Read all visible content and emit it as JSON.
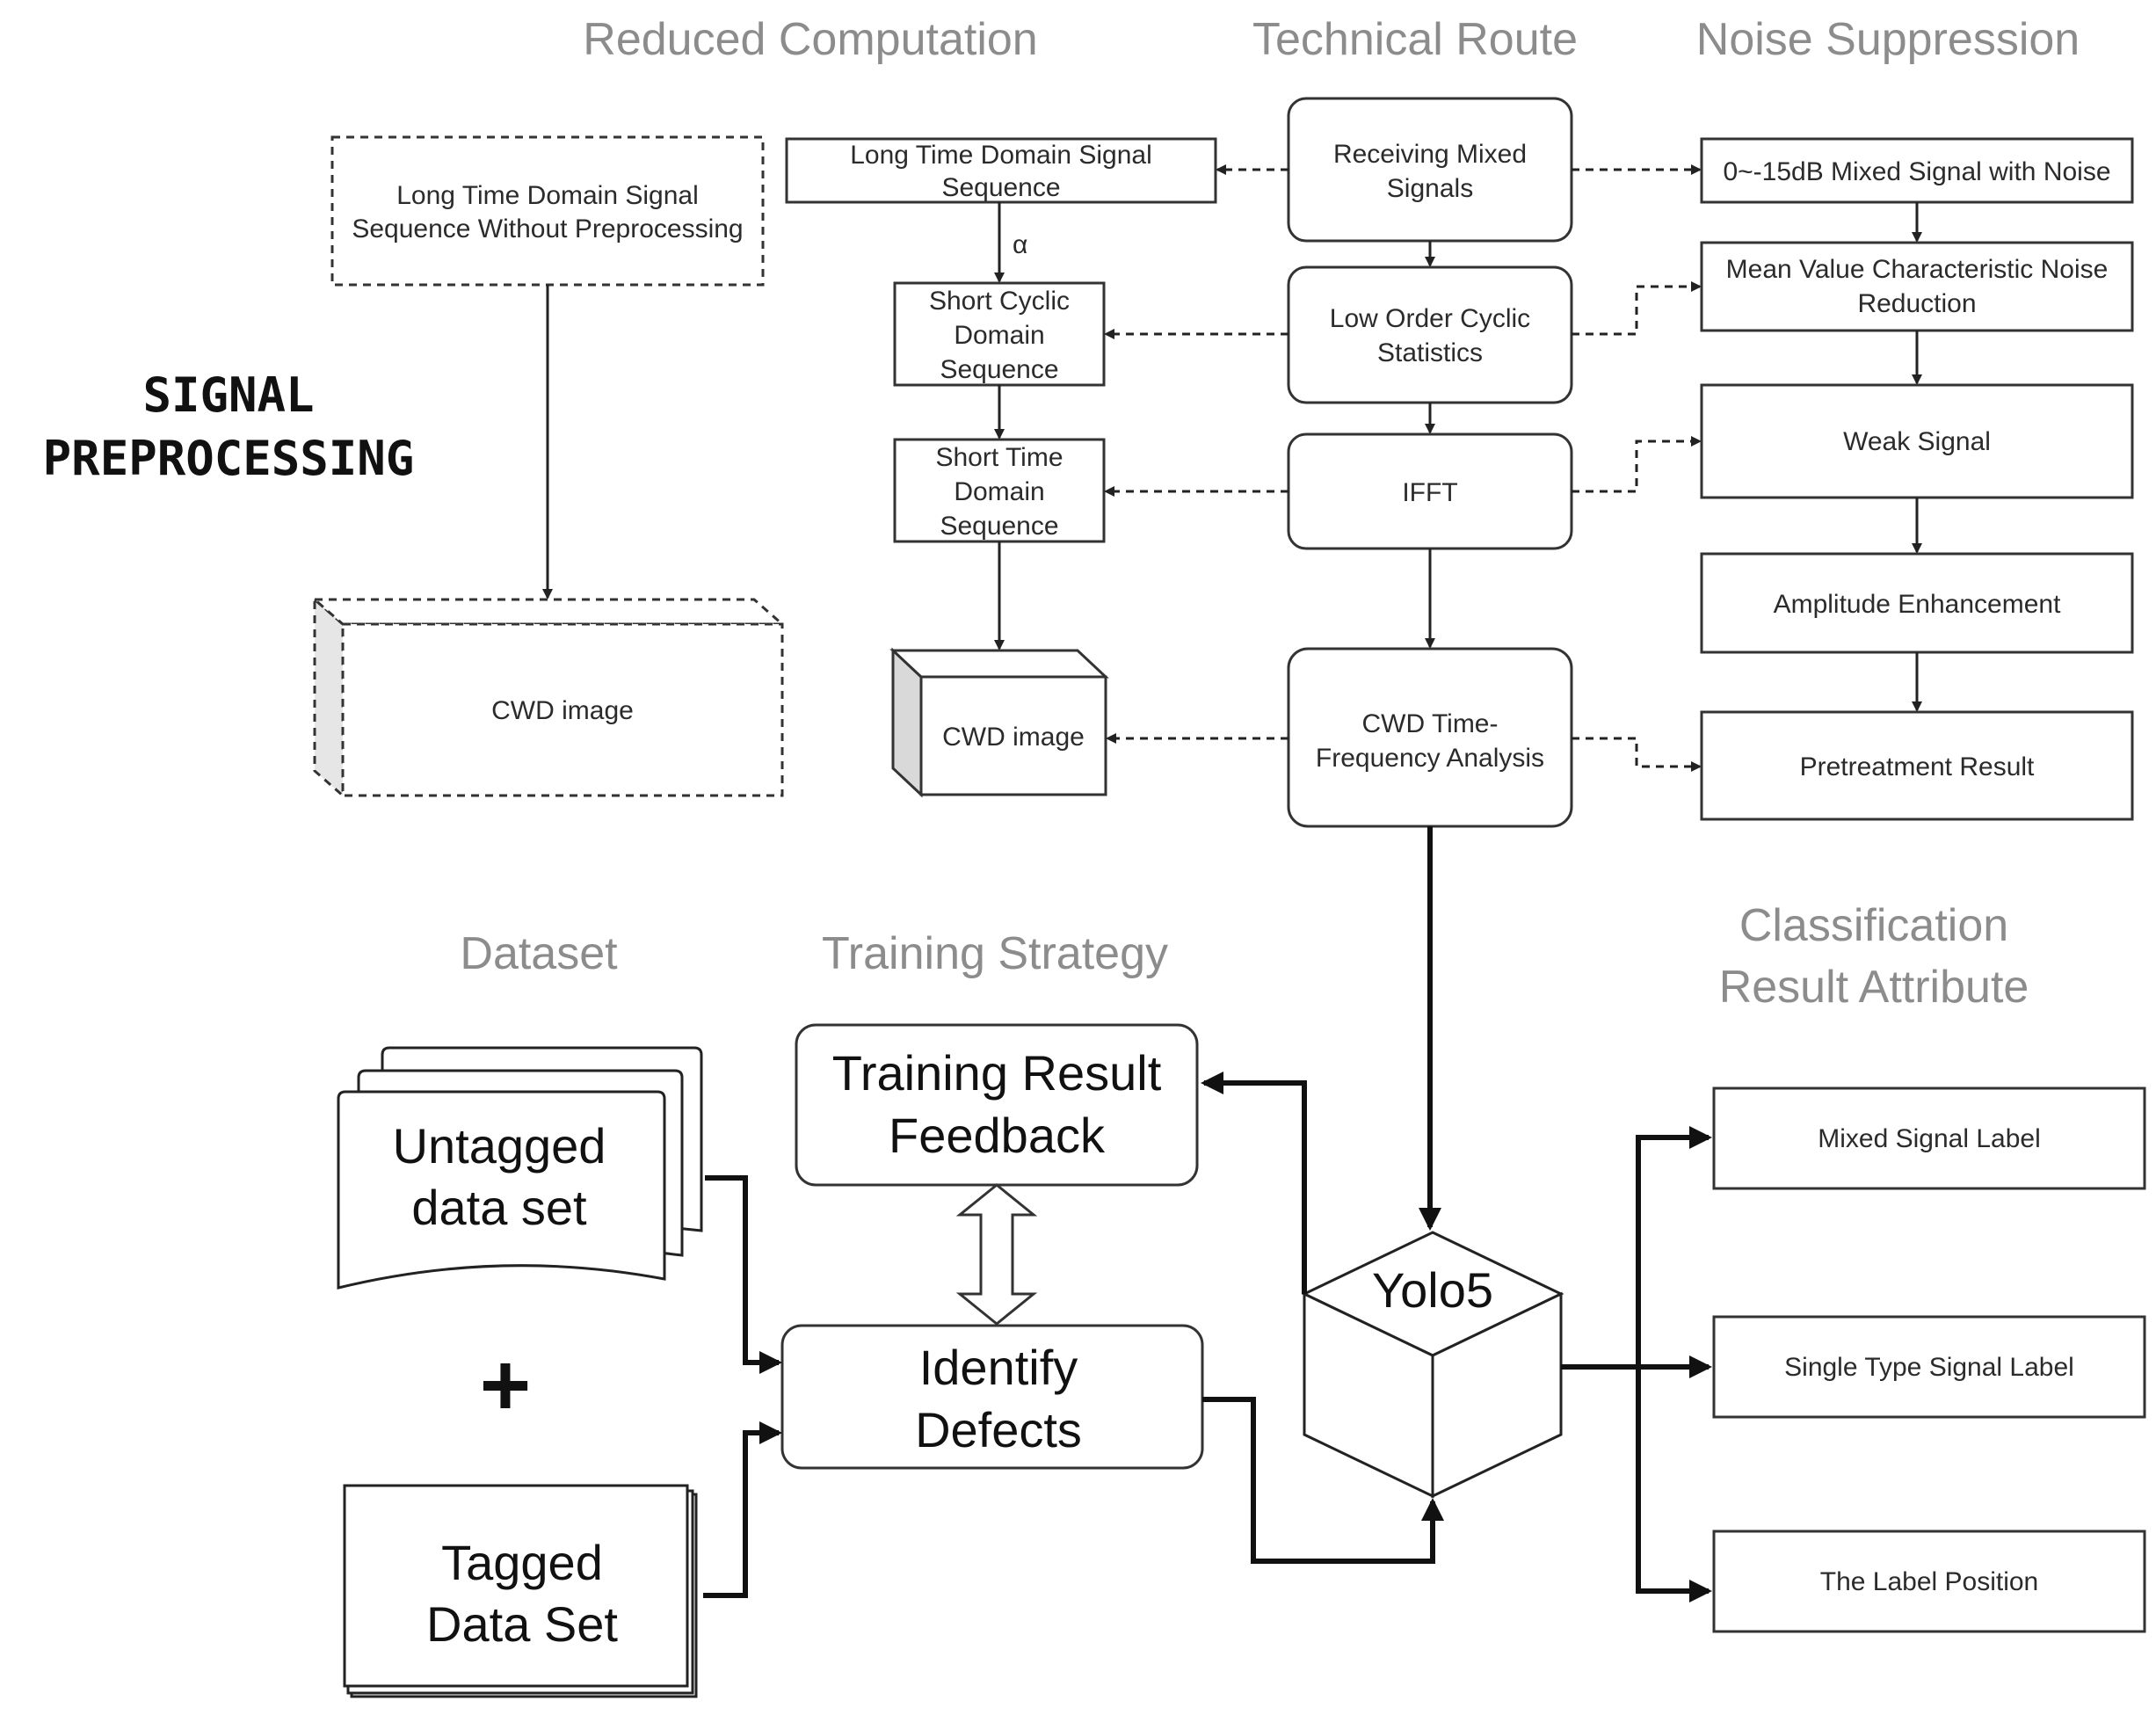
{
  "headers": {
    "reduced_computation": "Reduced Computation",
    "technical_route": "Technical Route",
    "noise_suppression": "Noise Suppression",
    "dataset": "Dataset",
    "training_strategy": "Training Strategy",
    "classification_result_attribute": [
      "Classification",
      "Result Attribute"
    ]
  },
  "signal_preprocessing": [
    "SIGNAL",
    "PREPROCESSING"
  ],
  "left_column": {
    "long_seq_no_preprocess": [
      "Long Time Domain Signal",
      "Sequence Without Preprocessing"
    ],
    "cwd_image": "CWD image"
  },
  "reduced_column": {
    "long_seq": [
      "Long Time Domain Signal",
      "Sequence"
    ],
    "alpha": "α",
    "short_cyclic": [
      "Short Cyclic",
      "Domain",
      "Sequence"
    ],
    "short_time": [
      "Short Time",
      "Domain",
      "Sequence"
    ],
    "cwd_image": "CWD image"
  },
  "technical_route": {
    "receiving": [
      "Receiving Mixed",
      "Signals"
    ],
    "low_order": [
      "Low Order Cyclic",
      "Statistics"
    ],
    "ifft": "IFFT",
    "cwd_tf": [
      "CWD Time-",
      "Frequency Analysis"
    ]
  },
  "noise_suppression": {
    "mixed_signal": "0~-15dB Mixed Signal with Noise",
    "mean_value": [
      "Mean Value Characteristic Noise",
      "Reduction"
    ],
    "weak_signal": "Weak Signal",
    "amplitude": "Amplitude Enhancement",
    "pretreatment": "Pretreatment Result"
  },
  "dataset": {
    "untagged": [
      "Untagged",
      "data set"
    ],
    "plus": "+",
    "tagged": [
      "Tagged",
      "Data Set"
    ]
  },
  "training": {
    "feedback": [
      "Training Result",
      "Feedback"
    ],
    "identify": [
      "Identify",
      "Defects"
    ]
  },
  "yolo": "Yolo5",
  "classification": {
    "mixed_label": "Mixed Signal Label",
    "single_label": "Single Type Signal Label",
    "label_position": "The Label Position"
  }
}
